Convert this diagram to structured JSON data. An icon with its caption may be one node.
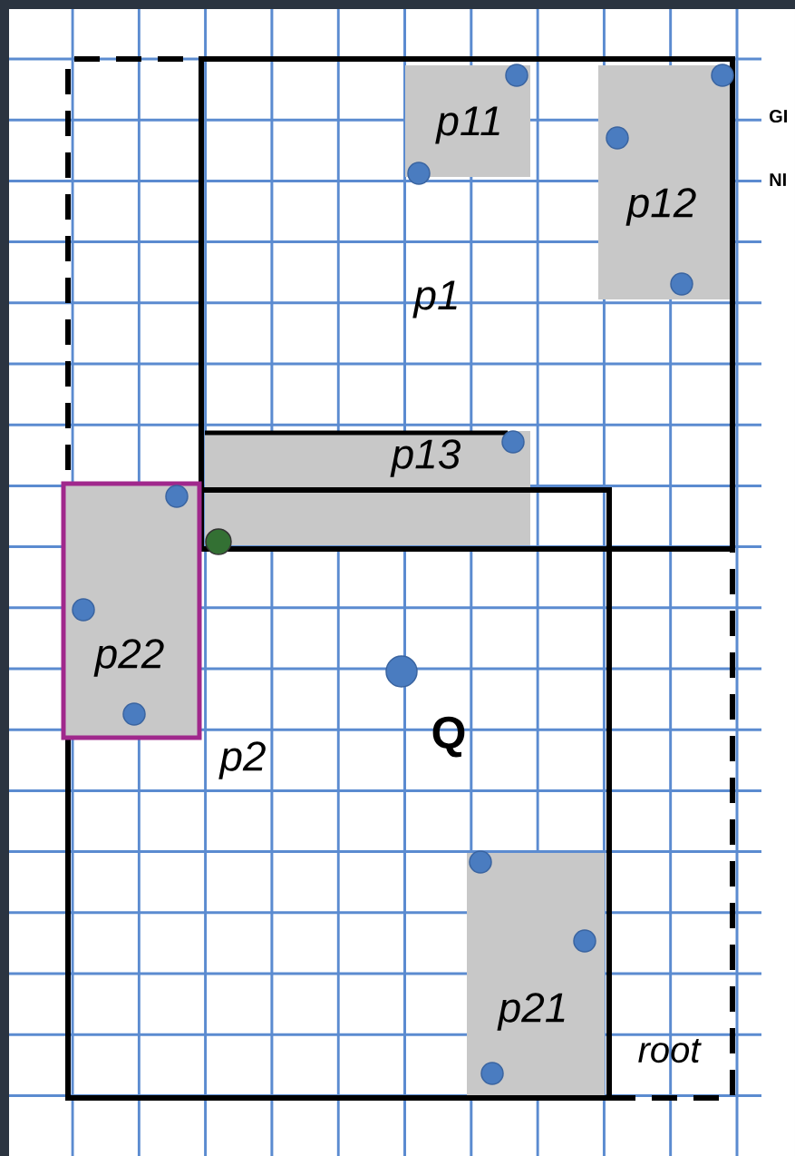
{
  "diagram": {
    "nodes": [
      {
        "text": [
          "root"
        ]
      },
      {
        "text": [
          "p1"
        ],
        "in": 0
      },
      {
        "text": [
          "p11"
        ],
        "in": 1
      },
      {
        "text": [
          "p12"
        ],
        "in": 1
      },
      {
        "text": [
          "p13"
        ],
        "in": 1
      },
      {
        "text": [
          "p2"
        ],
        "in": 0
      },
      {
        "text": [
          "p22"
        ],
        "in": 5
      },
      {
        "text": [
          "p21"
        ],
        "in": 5
      }
    ],
    "labels": [
      "Q",
      "GI",
      "NI"
    ]
  }
}
